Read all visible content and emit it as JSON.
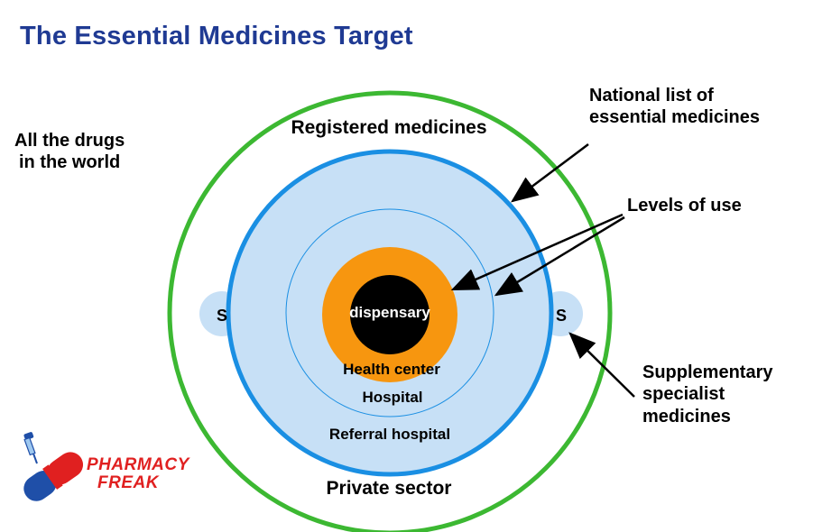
{
  "title": "The Essential Medicines Target",
  "labels": {
    "all_drugs": [
      "All the drugs",
      "in the world"
    ],
    "registered": "Registered medicines",
    "national_list": [
      "National list of",
      "essential medicines"
    ],
    "levels_of_use": "Levels of use",
    "supplementary": [
      "Supplementary",
      "specialist",
      "medicines"
    ],
    "dispensary": "dispensary",
    "health_center": "Health center",
    "hospital": "Hospital",
    "referral_hospital": "Referral hospital",
    "private_sector": "Private sector",
    "s_left": "S",
    "s_right": "S"
  },
  "logo": {
    "line1": "PHARMACY",
    "line2": "FREAK"
  },
  "colors": {
    "title": "#1f3a93",
    "outer_ring": "#3cb832",
    "national_ring": "#1a8fe3",
    "fill_light_blue": "#c7e0f6",
    "health_center": "#f7960f",
    "dispensary": "#000000",
    "logo_red": "#e02020",
    "logo_blue": "#1f4fa8"
  }
}
